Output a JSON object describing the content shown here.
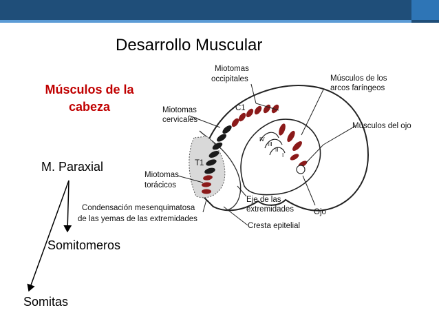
{
  "slide": {
    "title": "Desarrollo Muscular",
    "subtitle": "Músculos de la cabeza",
    "subtitle_line1": "Músculos de la",
    "subtitle_line2": "cabeza",
    "items": [
      "M. Paraxial",
      "Somitomeros",
      "Somitas"
    ]
  },
  "figure": {
    "labels": {
      "occipital_1": "Miotomas",
      "occipital_2": "occipitales",
      "cervical_1": "Miotomas",
      "cervical_2": "cervicales",
      "toracic_1": "Miotomas",
      "toracic_2": "torácicos",
      "c1": "C1",
      "t1": "T1",
      "arch_1": "Músculos de los",
      "arch_2": "arcos faríngeos",
      "eye_muscles": "Músculos del ojo",
      "limb_axis_1": "Eje de las",
      "limb_axis_2": "extremidades",
      "eye": "Ojo",
      "condensation_1": "Condensación mesenquimatosa",
      "condensation_2": "de las yemas de las extremidades",
      "ridge": "Cresta epitelial",
      "roman_iv": "IV",
      "roman_iii": "III",
      "roman_ii": "II",
      "roman_i": "I"
    }
  },
  "colors": {
    "header_dark": "#1f4e79",
    "header_light": "#5b9bd5",
    "subtitle_red": "#c00000",
    "somite_red": "#8b1a1a"
  }
}
